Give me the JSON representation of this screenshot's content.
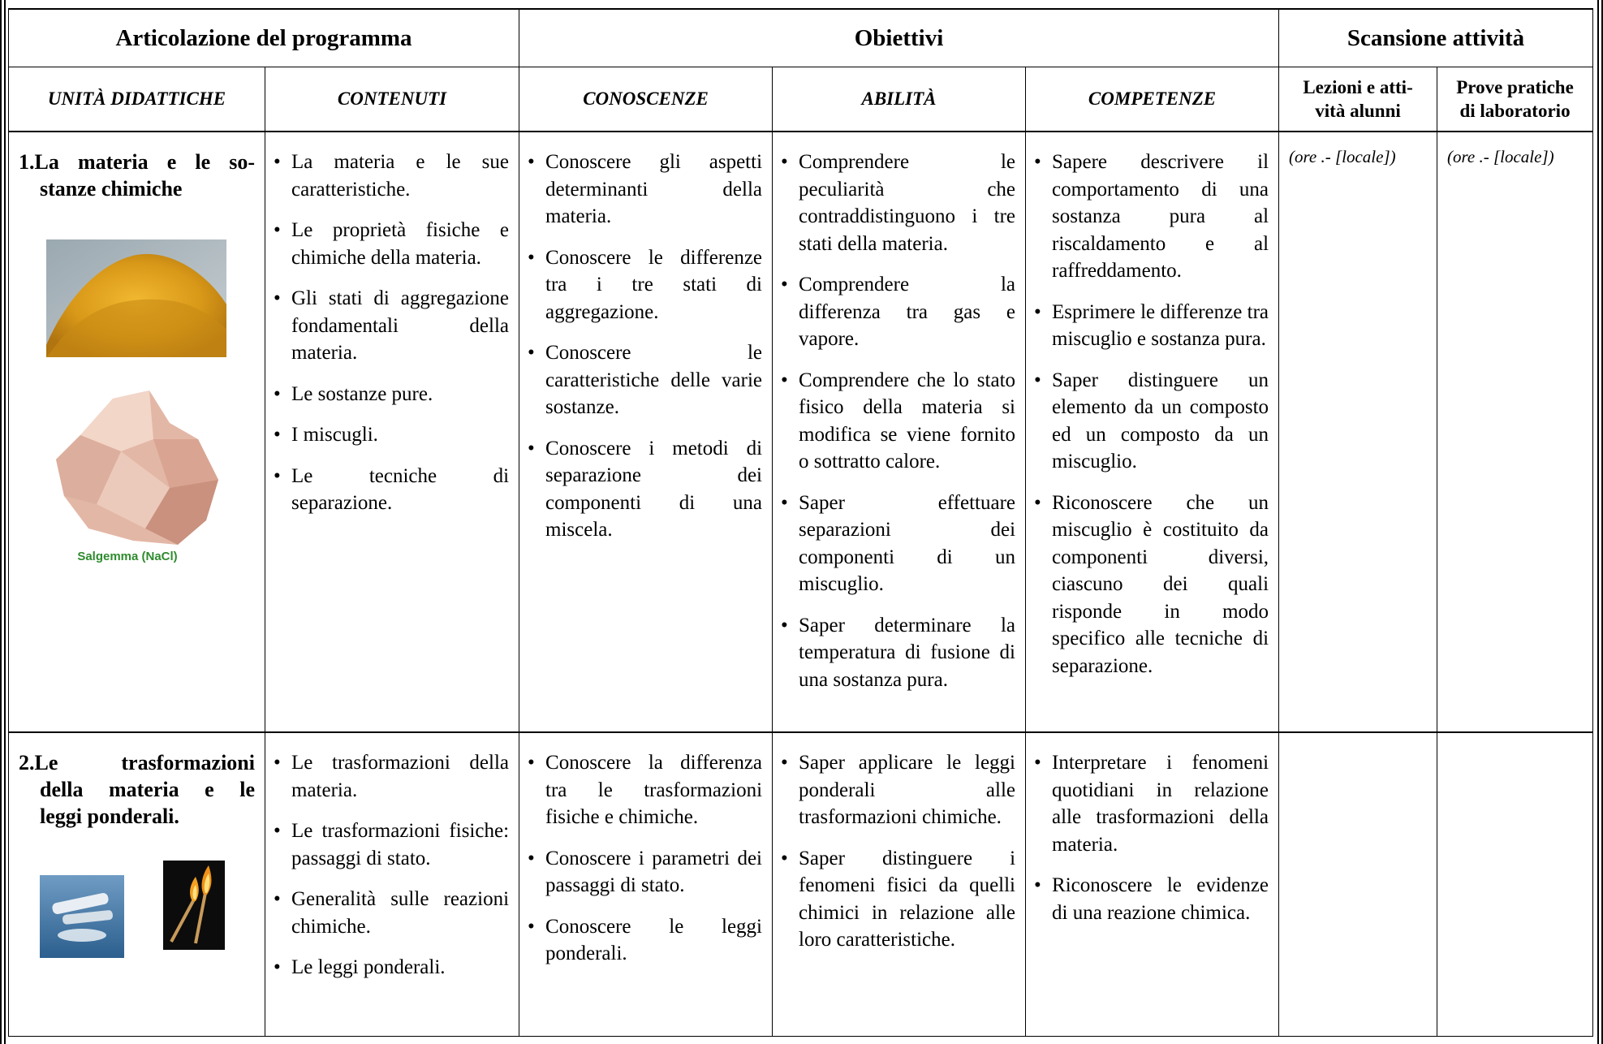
{
  "header": {
    "group1": "Articolazione del programma",
    "group2": "Obiettivi",
    "group3": "Scansione attività",
    "col1": "UNITÀ DIDATTICHE",
    "col2": "CONTENUTI",
    "col3": "CONOSCENZE",
    "col4": "ABILITÀ",
    "col5": "COMPETENZE",
    "col6_line1": "Lezioni e atti-",
    "col6_line2": "vità alunni",
    "col7_line1": "Prove pratiche",
    "col7_line2": "di laboratorio"
  },
  "rows": [
    {
      "unit_line1": "1.La materia e le so-",
      "unit_line2": "stanze chimiche",
      "image_caption": "Salgemma (NaCl)",
      "contenuti": [
        "La materia e le sue caratteristiche.",
        "Le proprietà fisiche e chimiche della materia.",
        "Gli stati di aggregazione fondamentali della materia.",
        "Le sostanze pure.",
        "I miscugli.",
        "Le tecniche di separazione."
      ],
      "conoscenze": [
        "Conoscere gli aspetti determinanti della materia.",
        "Conoscere le differenze tra i tre stati di aggregazione.",
        "Conoscere le caratteristiche delle varie sostanze.",
        "Conoscere i metodi di separazione dei componenti di una miscela."
      ],
      "abilita": [
        "Comprendere le peculiarità che contraddistinguono i tre stati della materia.",
        "Comprendere la differenza tra gas e vapore.",
        "Comprendere che lo stato fisico della materia si modifica se viene fornito o sottratto calore.",
        "Saper effettuare separazioni dei componenti di un miscuglio.",
        "Saper determinare la temperatura di fusione di una sostanza pura."
      ],
      "competenze": [
        "Sapere descrivere il comportamento di una sostanza pura al riscaldamento e al raffreddamento.",
        "Esprimere le differenze tra miscuglio e sostanza pura.",
        "Saper distinguere un elemento da un composto ed un composto da un miscuglio.",
        "Riconoscere che un miscuglio è costituito da componenti diversi, ciascuno dei quali risponde in modo specifico alle tecniche di separazione."
      ],
      "lezioni": "(ore .- [locale])",
      "prove": "(ore .- [locale])"
    },
    {
      "unit_line1": "2.Le trasformazioni",
      "unit_line2": "della materia e le",
      "unit_line3": "leggi ponderali.",
      "contenuti": [
        "Le trasformazioni della materia.",
        "Le trasformazioni fisiche: passaggi di stato.",
        "Generalità sulle reazioni chimiche.",
        "Le leggi ponderali."
      ],
      "conoscenze": [
        "Conoscere la differenza tra le trasformazioni fisiche e chimiche.",
        "Conoscere i parametri dei passaggi di stato.",
        "Conoscere le leggi ponderali."
      ],
      "abilita": [
        "Saper applicare le leggi ponderali alle trasformazioni chimiche.",
        "Saper distinguere i fenomeni fisici da quelli chimici in relazione alle loro caratteristiche."
      ],
      "competenze": [
        "Interpretare i fenomeni quotidiani in relazione alle trasformazioni della materia.",
        "Riconoscere le evidenze di una reazione chimica."
      ]
    }
  ],
  "colors": {
    "caption_green": "#2e8b2e",
    "powder_orange": "#e0a020",
    "crystal_pink": "#e8c0b0"
  }
}
